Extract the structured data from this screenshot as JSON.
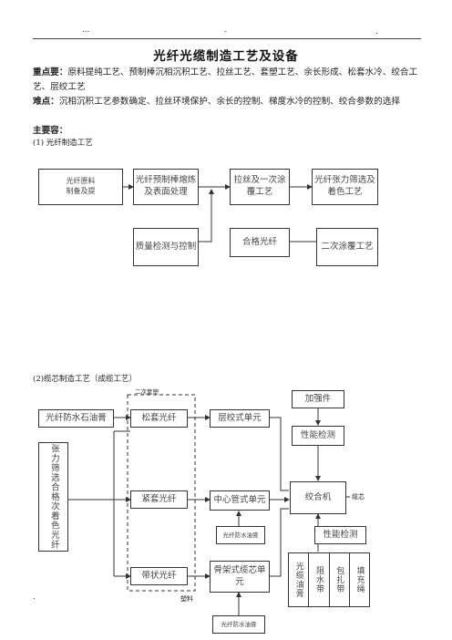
{
  "header": {
    "dots_left": "...",
    "dot_mid": "-",
    "dot_right": "."
  },
  "title": "光纤光缆制造工艺及设备",
  "key_points_label": "重点要：",
  "key_points_text": "原料提纯工艺、预制棒沉相沉积工艺、拉丝工艺、套塑工艺、余长形成、松套水冷、绞合工艺、层绞工艺",
  "difficulties_label": "难点：",
  "difficulties_text": "沉相沉积工艺参数确定、拉丝环境保护、余长的控制、梯度水冷的控制、绞合参数的选择",
  "main_label": "主要容：",
  "section1": "(1) 光纤制造工艺",
  "flow1": {
    "raw": "光纤原料\n制备及提",
    "preform": "光纤预制棒熔炼及表面处理",
    "draw": "拉丝及一次涂覆工艺",
    "screen": "光纤张力筛选及着色工艺",
    "qc": "质量检测与控制",
    "ok": "合格光纤",
    "coat2": "二次涂覆工艺"
  },
  "section2": "(2)缆芯制造工艺（成缆工艺）",
  "flow2": {
    "secondary_coating": "二次套塑",
    "left_vertical": "张力筛选合格次着色光纤",
    "gel": "光纤防水石油膏",
    "loose_tube": "松套光纤",
    "tight_tube": "紧套光纤",
    "ribbon": "带状光纤",
    "stranded": "层绞式单元",
    "central_tube": "中心管式单元",
    "gel_small": "光纤防水油膏",
    "slotted": "骨架式缆芯单元",
    "gel_bottom": "光纤防水油膏",
    "strength": "加强件",
    "perf1": "性能检测",
    "cabling": "绞合机",
    "core": "缆芯",
    "perf2": "性能检测",
    "mat1": "光缆油膏",
    "mat2": "阻水带",
    "mat3": "包扎带",
    "mat4": "填充绳",
    "plastic": "塑料"
  },
  "footer_dot": "."
}
